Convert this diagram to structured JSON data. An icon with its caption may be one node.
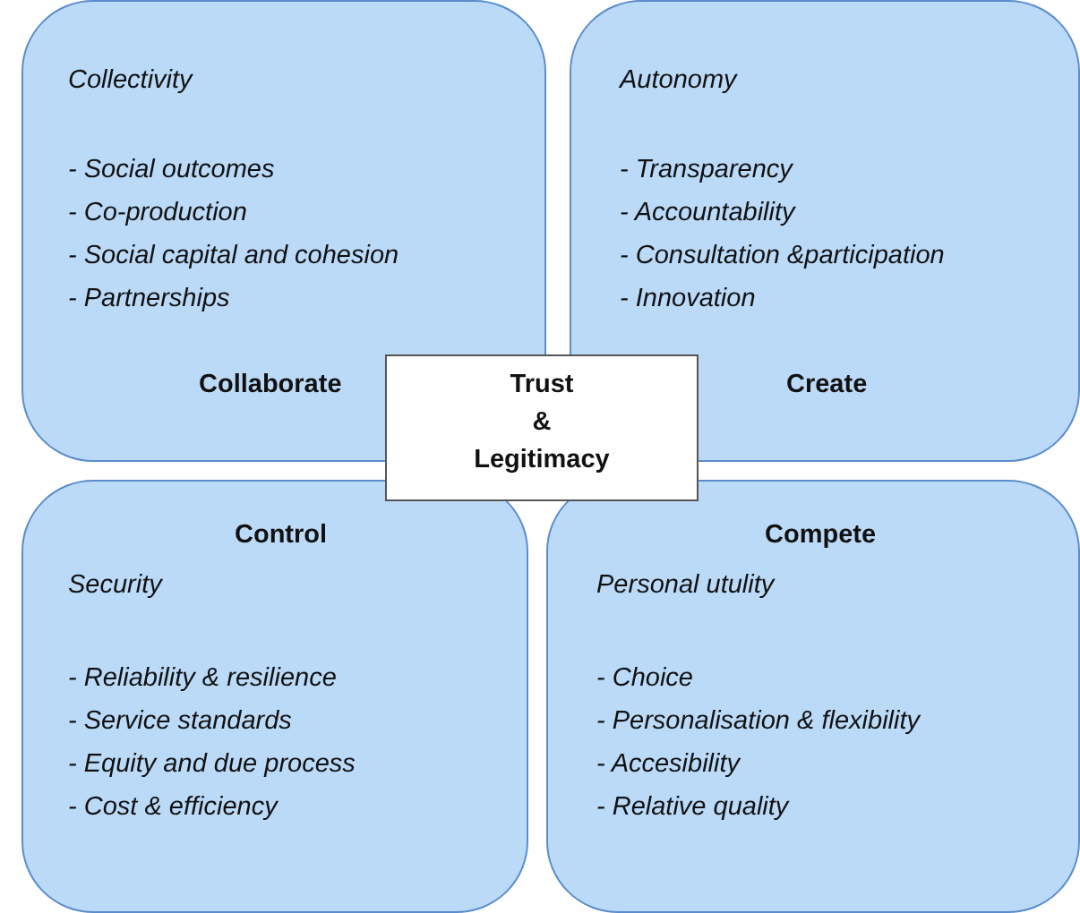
{
  "diagram": {
    "nodes": [
      {
        "text": [
          "Collectivity",
          "- Social outcomes",
          "- Co-production",
          "- Social capital and cohesion",
          "- Partnerships",
          "Collaborate"
        ]
      },
      {
        "text": [
          "Autonomy",
          "- Transparency",
          "- Accountability",
          "- Consultation &participation",
          "- Innovation",
          "Create"
        ]
      },
      {
        "text": [
          "Trust",
          "&",
          "Legitimacy"
        ]
      },
      {
        "text": [
          "Control",
          "Security",
          "- Reliability & resilience",
          "- Service standards",
          "- Equity and due process",
          "- Cost & efficiency"
        ]
      },
      {
        "text": [
          "Compete",
          "Personal utulity",
          "- Choice",
          "- Personalisation & flexibility",
          "- Accesibility",
          "- Relative quality"
        ]
      }
    ]
  }
}
